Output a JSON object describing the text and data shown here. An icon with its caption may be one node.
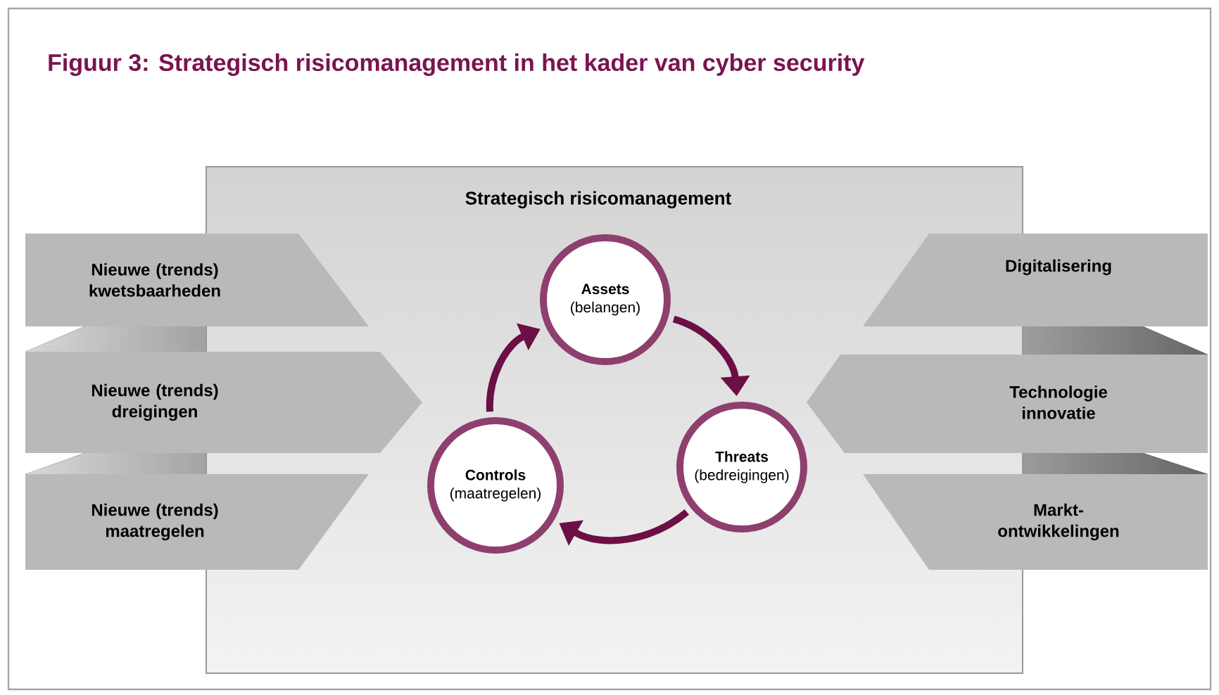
{
  "diagram": {
    "title": "Figuur 3: Strategisch risicomanagement in het kader van cyber security",
    "nodes": [
      {
        "text": [
          "Strategisch risicomanagement"
        ]
      },
      {
        "text": [
          "Nieuwe (trends) kwetsbaarheden"
        ]
      },
      {
        "text": [
          "Nieuwe (trends) dreigingen"
        ]
      },
      {
        "text": [
          "Nieuwe (trends) maatregelen"
        ]
      },
      {
        "text": [
          "Digitalisering"
        ]
      },
      {
        "text": [
          "Technologie innovatie"
        ]
      },
      {
        "text": [
          "Markt- ontwikkelingen"
        ]
      },
      {
        "text": [
          "Assets",
          "(belangen)"
        ],
        "in": 0
      },
      {
        "text": [
          "Threats",
          "(bedreigingen)"
        ],
        "in": 0
      },
      {
        "text": [
          "Controls",
          "(maatregelen)"
        ],
        "in": 0
      }
    ],
    "edges": [
      {
        "from": 7,
        "to": 8,
        "arrow": "to"
      },
      {
        "from": 8,
        "to": 9,
        "arrow": "to"
      },
      {
        "from": 9,
        "to": 7,
        "arrow": "to"
      }
    ]
  }
}
